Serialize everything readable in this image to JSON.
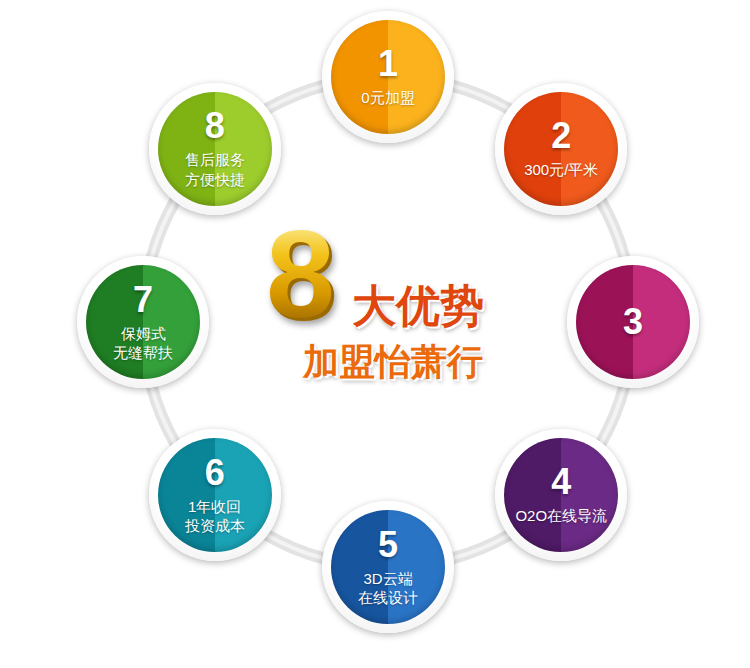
{
  "diagram": {
    "nodes": [
      {
        "text": [
          "1",
          "0元加盟"
        ]
      },
      {
        "text": [
          "2",
          "300元/平米"
        ]
      },
      {
        "text": [
          "3"
        ]
      },
      {
        "text": [
          "4",
          "O2O在线导流"
        ]
      },
      {
        "text": [
          "5",
          "3D云端 在线设计"
        ]
      },
      {
        "text": [
          "6",
          "1年收回 投资成本"
        ]
      },
      {
        "text": [
          "7",
          "保姆式 无缝帮扶"
        ]
      },
      {
        "text": [
          "8",
          "售后服务 方便快捷"
        ]
      }
    ],
    "edges": [
      {
        "from": 0,
        "to": 1,
        "arrow": "none"
      },
      {
        "from": 1,
        "to": 2,
        "arrow": "none"
      },
      {
        "from": 2,
        "to": 3,
        "arrow": "none"
      },
      {
        "from": 3,
        "to": 4,
        "arrow": "none"
      },
      {
        "from": 4,
        "to": 5,
        "arrow": "none"
      },
      {
        "from": 5,
        "to": 6,
        "arrow": "none"
      },
      {
        "from": 6,
        "to": 7,
        "arrow": "none"
      },
      {
        "from": 7,
        "to": 0,
        "arrow": "none"
      }
    ],
    "labels": [
      "8",
      "大优势",
      "加盟怡萧行"
    ]
  }
}
